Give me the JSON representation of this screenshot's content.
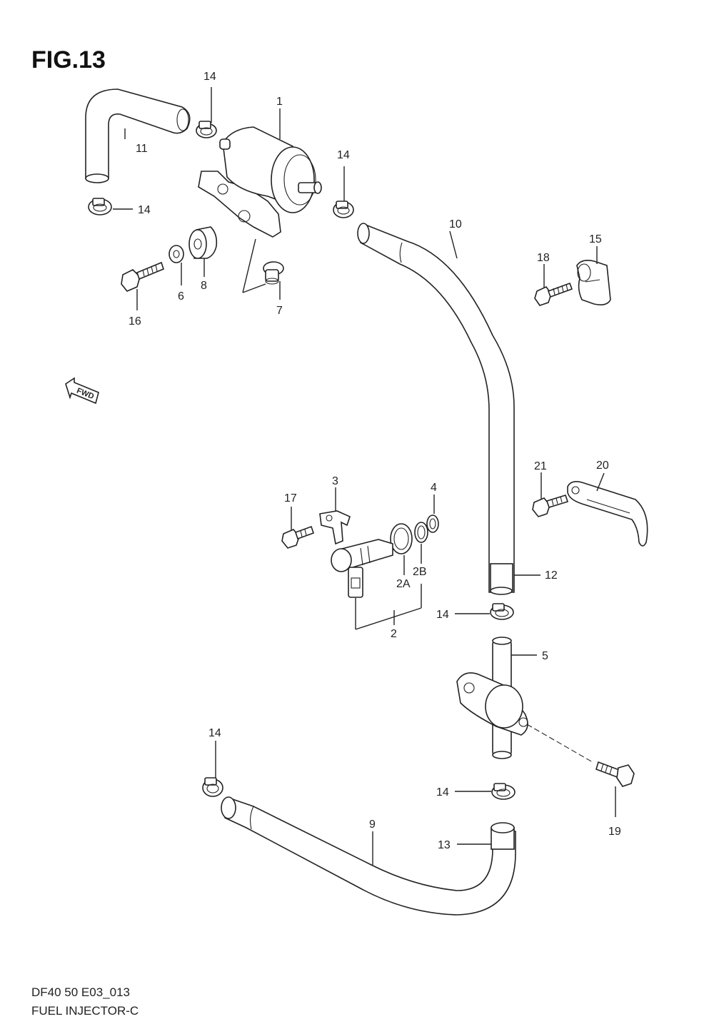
{
  "figure": {
    "title": "FIG.13"
  },
  "footer": {
    "code": "DF40 50 E03_013",
    "name": "FUEL INJECTOR-C"
  },
  "fwd_label": "FWD",
  "callouts": {
    "c1": "1",
    "c2": "2",
    "c2a": "2A",
    "c2b": "2B",
    "c3": "3",
    "c4": "4",
    "c5": "5",
    "c6": "6",
    "c7": "7",
    "c8": "8",
    "c9": "9",
    "c10": "10",
    "c11": "11",
    "c12": "12",
    "c13": "13",
    "c14a": "14",
    "c14b": "14",
    "c14c": "14",
    "c14d": "14",
    "c14e": "14",
    "c14f": "14",
    "c15": "15",
    "c16": "16",
    "c17": "17",
    "c18": "18",
    "c19": "19",
    "c20": "20",
    "c21": "21"
  }
}
